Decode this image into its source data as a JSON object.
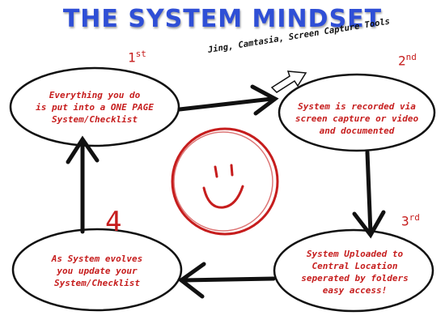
{
  "title": "THE SYSTEM MINDSET",
  "tool_note": "Jing, Camtasia, Screen Capture Tools",
  "colors": {
    "title": "#2f4fd6",
    "annotation": "#c61d1d",
    "ink": "#111111"
  },
  "steps": [
    {
      "ordinal": "1",
      "suffix": "st",
      "lines": [
        "Everything you do",
        "is put into a ONE PAGE",
        "System/Checklist"
      ]
    },
    {
      "ordinal": "2",
      "suffix": "nd",
      "lines": [
        "System is recorded via",
        "screen capture or video",
        "and documented"
      ]
    },
    {
      "ordinal": "3",
      "suffix": "rd",
      "lines": [
        "System Uploaded to",
        "Central Location",
        "seperated by folders",
        "easy access!"
      ]
    },
    {
      "ordinal": "4",
      "suffix": "",
      "lines": [
        "As System evolves",
        "you update your",
        "System/Checklist"
      ]
    }
  ],
  "center_icon": "smiley-face-icon"
}
